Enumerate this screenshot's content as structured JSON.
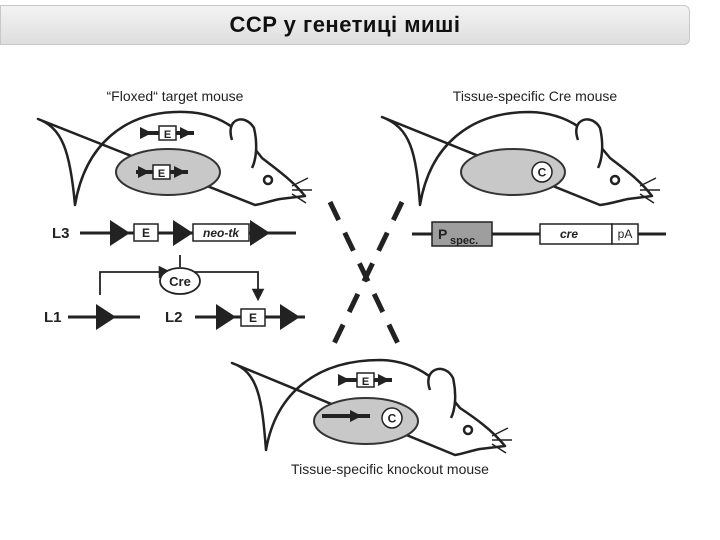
{
  "slide": {
    "title": "CCP у генетиці миші"
  },
  "diagram": {
    "floxed_title": "“Floxed“ target mouse",
    "cre_title": "Tissue-specific Cre mouse",
    "ko_title": "Tissue-specific knockout mouse",
    "exon_label": "E",
    "cre_label": "C",
    "cre_enzyme": "Cre",
    "l3_label": "L3",
    "l1_label": "L1",
    "l2_label": "L2",
    "neo_label": "neo-tk",
    "promoter_label": "P",
    "promoter_sub": "spec.",
    "cre_gene_label": "cre",
    "pa_label": "pA"
  }
}
